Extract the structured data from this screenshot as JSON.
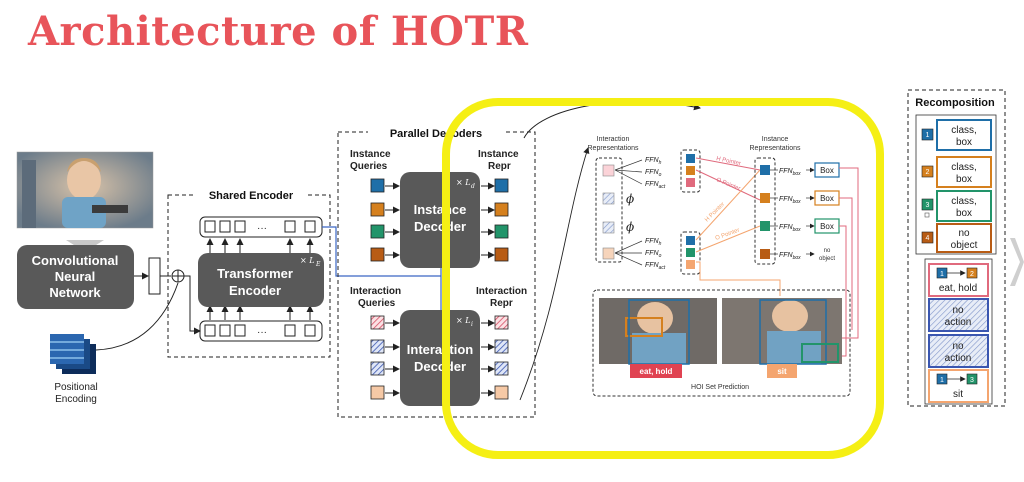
{
  "slide": {
    "title": "Architecture of HOTR"
  },
  "backbone": {
    "cnn_label_lines": [
      "Convolutional",
      "Neural",
      "Network"
    ],
    "positional_label_lines": [
      "Positional",
      "Encoding"
    ],
    "plus_symbol": "⊕"
  },
  "shared_encoder": {
    "title": "Shared Encoder",
    "block_lines": [
      "Transformer",
      "Encoder"
    ],
    "repeat": "× L",
    "repeat_sub": "E",
    "ellipsis": "···"
  },
  "parallel_decoders": {
    "title": "Parallel Decoders",
    "instance_queries_lines": [
      "Instance",
      "Queries"
    ],
    "instance_decoder_lines": [
      "Instance",
      "Decoder"
    ],
    "instance_repeat": "× L",
    "instance_repeat_sub": "d",
    "instance_repr_lines": [
      "Instance",
      "Repr"
    ],
    "interaction_queries_lines": [
      "Interaction",
      "Queries"
    ],
    "interaction_decoder_lines": [
      "Interaction",
      "Decoder"
    ],
    "interaction_repeat": "× L",
    "interaction_repeat_sub": "i",
    "interaction_repr_lines": [
      "Interaction",
      "Repr"
    ]
  },
  "hoi_detail": {
    "interaction_repr_lines": [
      "Interaction",
      "Representations"
    ],
    "instance_repr_lines": [
      "Instance",
      "Representations"
    ],
    "phi": "ϕ",
    "ffn": "FFN",
    "ffn_h": "h",
    "ffn_o": "o",
    "ffn_act": "act",
    "ffn_box": "box",
    "h_pointer": "H Pointer",
    "o_pointer": "O Pointer",
    "box": "Box",
    "no_object_lines": [
      "no",
      "object"
    ],
    "prediction_title": "HOI Set Prediction",
    "label_eat_hold": "eat, hold",
    "label_sit": "sit"
  },
  "recomposition": {
    "title": "Recomposition",
    "class_box_lines": [
      "class,",
      "box"
    ],
    "no_object_lines": [
      "no",
      "object"
    ],
    "no_action_lines": [
      "no",
      "action"
    ],
    "eat_hold": "eat, hold",
    "sit": "sit",
    "idx": [
      "1",
      "2",
      "3",
      "4"
    ]
  },
  "colors": {
    "title_red": "#e8545a",
    "highlight_yellow": "#f5ef14",
    "dark_block": "#595959",
    "query_blue": "#1f6fa8",
    "query_orange": "#d5801e",
    "query_green": "#22946a",
    "query_brown": "#b85c15",
    "pink": "#e06a7d",
    "salmon": "#f4a56f"
  },
  "icons": {
    "next_slide": "chevron-right-icon"
  }
}
